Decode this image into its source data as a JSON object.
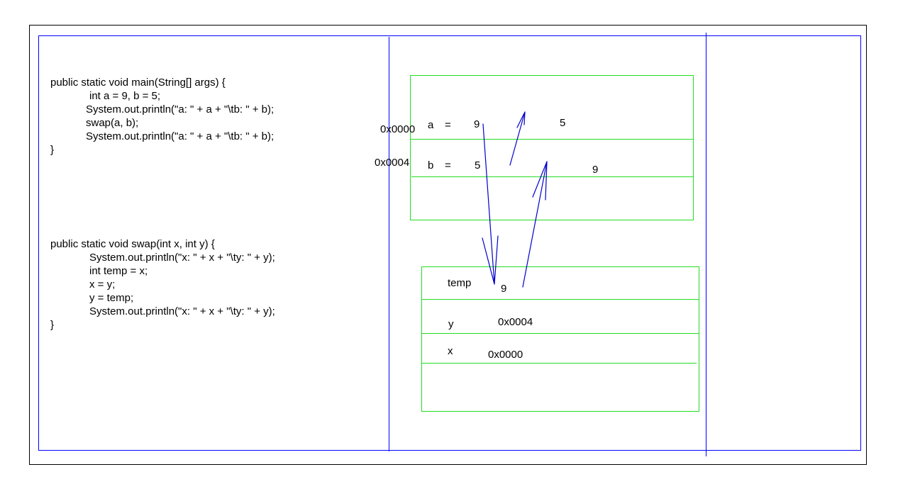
{
  "colors": {
    "frame": "#000000",
    "divider": "#0000ff",
    "memory_box": "#22dd22",
    "arrow": "#0000cc"
  },
  "code": {
    "main": [
      "public static void main(String[] args) {",
      "int a = 9, b = 5;",
      "System.out.println(\"a: \" + a + \"\\tb: \" + b);",
      "swap(a, b);",
      "System.out.println(\"a: \" + a + \"\\tb: \" + b);",
      "}"
    ],
    "swap": [
      "public static void swap(int x, int y) {",
      "System.out.println(\"x: \" + x + \"\\ty: \" + y);",
      "int temp = x;",
      "x = y;",
      "y = temp;",
      "System.out.println(\"x: \" + x + \"\\ty: \" + y);",
      "}"
    ]
  },
  "main_frame": {
    "address_a": "0x0000",
    "address_b": "0x0004",
    "var_a": "a",
    "var_b": "b",
    "equals": "=",
    "value_a": "9",
    "value_b": "5",
    "new_value_a": "5",
    "new_value_b": "9"
  },
  "swap_frame": {
    "temp_label": "temp",
    "temp_value": "9",
    "y_label": "y",
    "y_value": "0x0004",
    "x_label": "x",
    "x_value": "0x0000"
  }
}
